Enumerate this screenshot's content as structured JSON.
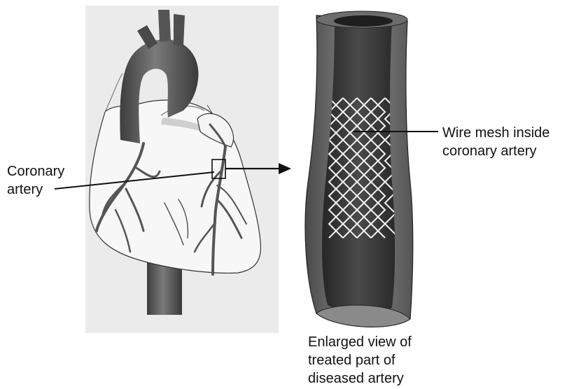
{
  "labels": {
    "coronary_artery": [
      "Coronary",
      "artery"
    ],
    "wire_mesh": [
      "Wire mesh inside",
      "coronary artery"
    ],
    "enlarged_view": [
      "Enlarged view of",
      "treated part of",
      "diseased artery"
    ]
  },
  "colors": {
    "heart_background": "#e9e9e9",
    "aorta": "#545454",
    "artery_vessel": "#5e5e5e",
    "vessel_wall_inner": "#727272",
    "vessel_lumen": "#3a3a3a",
    "mesh": "#f2f2f2",
    "outline": "#222222"
  }
}
